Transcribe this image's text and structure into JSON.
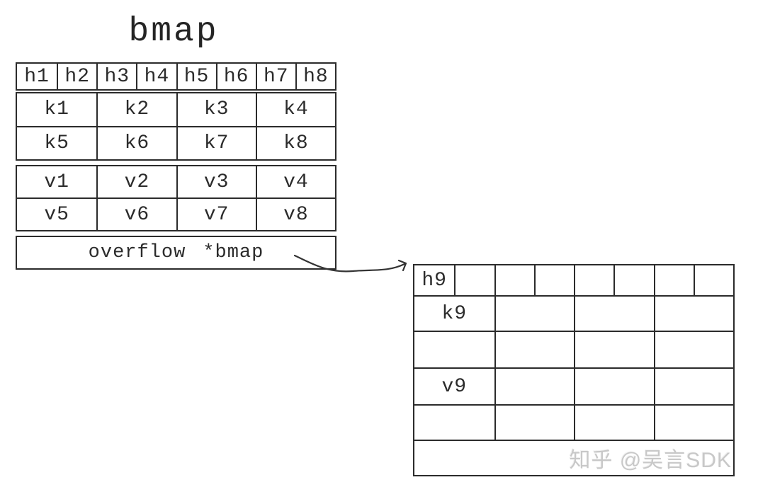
{
  "title": "bmap",
  "colors": {
    "line": "#2b2b2b",
    "text": "#2b2b2b",
    "watermark": "#c8c8c8"
  },
  "left_bucket": {
    "header_cells": [
      "h1",
      "h2",
      "h3",
      "h4",
      "h5",
      "h6",
      "h7",
      "h8"
    ],
    "key_rows": [
      [
        "k1",
        "k2",
        "k3",
        "k4"
      ],
      [
        "k5",
        "k6",
        "k7",
        "k8"
      ]
    ],
    "value_rows": [
      [
        "v1",
        "v2",
        "v3",
        "v4"
      ],
      [
        "v5",
        "v6",
        "v7",
        "v8"
      ]
    ],
    "overflow": {
      "label": "overflow",
      "value": "*bmap"
    }
  },
  "right_bucket": {
    "header_cells": [
      "h9",
      "",
      "",
      "",
      "",
      "",
      "",
      ""
    ],
    "key_rows": [
      [
        "k9",
        "",
        "",
        ""
      ],
      [
        "",
        "",
        "",
        ""
      ]
    ],
    "value_rows": [
      [
        "v9",
        "",
        "",
        ""
      ],
      [
        "",
        "",
        "",
        ""
      ]
    ],
    "overflow": ""
  },
  "watermark": "知乎 @吴言SDK"
}
